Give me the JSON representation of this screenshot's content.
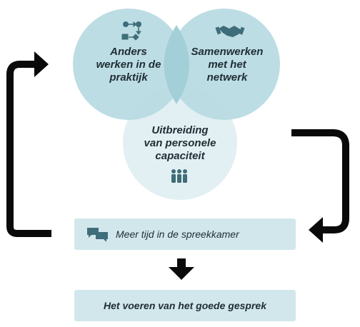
{
  "circles": [
    {
      "label": "Anders\nwerken in de\npraktijk",
      "icon": "workflow-icon",
      "color": "#b9dbe3"
    },
    {
      "label": "Samenwerken\nmet het\nnetwerk",
      "icon": "handshake-icon",
      "color": "#b9dbe3"
    },
    {
      "label": "Uitbreiding\nvan personele\ncapaciteit",
      "icon": "people-icon",
      "color": "#dcecf0"
    }
  ],
  "boxes": {
    "middle": {
      "text": "Meer tijd in de spreekkamer",
      "icon": "speech-bubbles-icon"
    },
    "bottom": {
      "text": "Het voeren van het goede gesprek"
    }
  },
  "colors": {
    "icon": "#3f6d7a",
    "arrow": "#0a0a0a",
    "box": "#d2e7ec",
    "text": "#1f2d35"
  }
}
